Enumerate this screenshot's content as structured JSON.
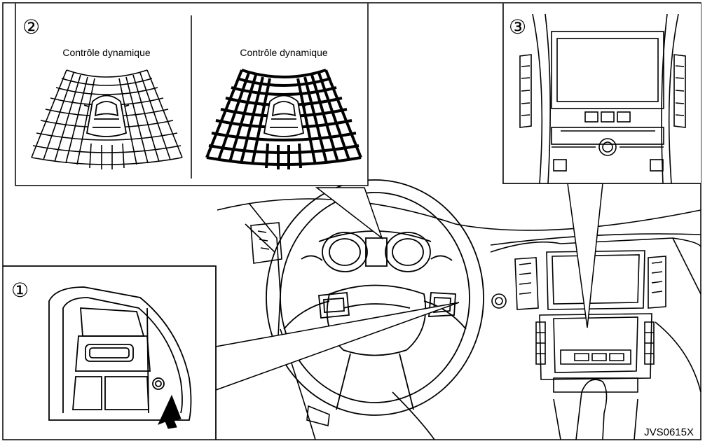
{
  "callouts": {
    "one": "①",
    "two": "②",
    "three": "③"
  },
  "panel2": {
    "left_title": "Contrôle dynamique",
    "right_title": "Contrôle dynamique"
  },
  "figure_code": "JVS0615X",
  "colors": {
    "line": "#000000",
    "background": "#ffffff"
  }
}
